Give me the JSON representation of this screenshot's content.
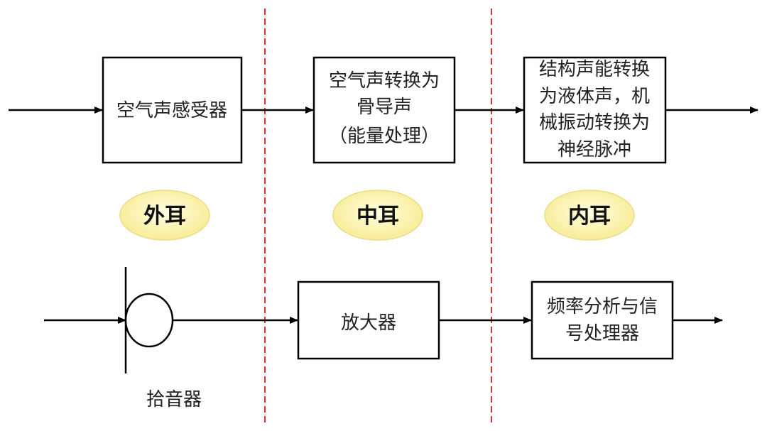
{
  "top_row": {
    "box1": {
      "lines": [
        "空气声感受器"
      ]
    },
    "box2": {
      "lines": [
        "空气声转换为",
        "骨导声",
        "（能量处理）"
      ]
    },
    "box3": {
      "lines": [
        "结构声能转换",
        "为液体声，机",
        "械振动转换为",
        "神经脉冲"
      ]
    }
  },
  "labels": {
    "outer_ear": "外耳",
    "middle_ear": "中耳",
    "inner_ear": "内耳"
  },
  "bottom_row": {
    "microphone_label": "拾音器",
    "amplifier": {
      "lines": [
        "放大器"
      ]
    },
    "processor": {
      "lines": [
        "频率分析与信",
        "号处理器"
      ]
    }
  },
  "colors": {
    "divider": "#e03030",
    "ellipse_fill": "#fbf3a8",
    "ellipse_stroke": "#e8dc86",
    "line": "#000000"
  }
}
